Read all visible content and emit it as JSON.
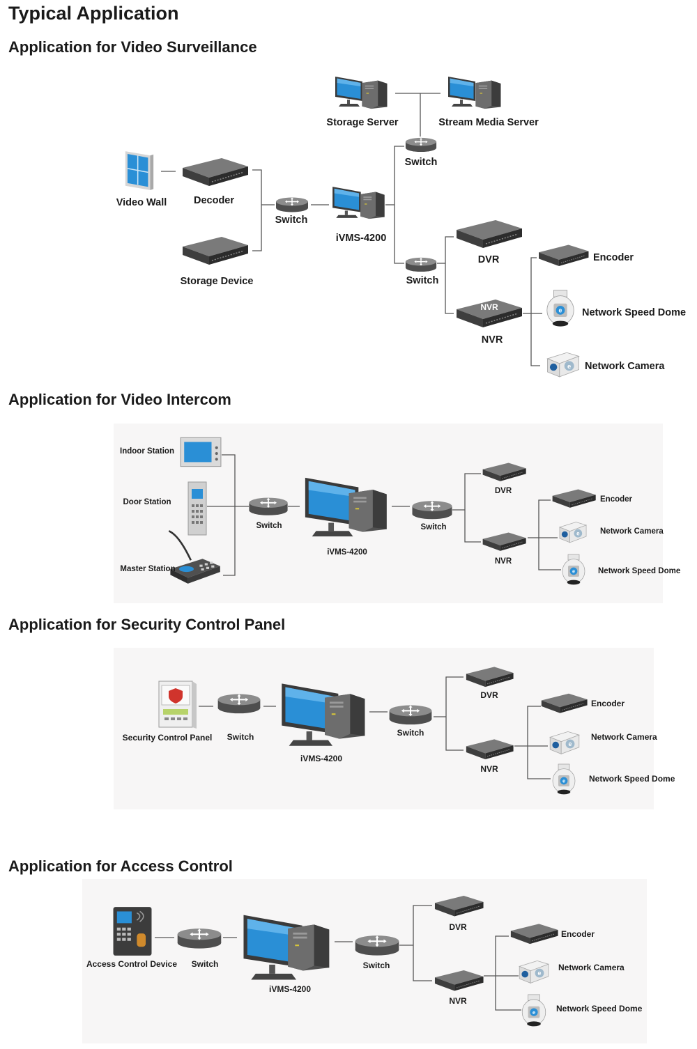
{
  "title": "Typical Application",
  "sections": {
    "surveillance": {
      "heading": "Application for Video Surveillance",
      "labels": {
        "storage_server": "Storage Server",
        "stream_media_server": "Stream Media Server",
        "switch_top": "Switch",
        "video_wall": "Video Wall",
        "decoder": "Decoder",
        "switch_left": "Switch",
        "ivms": "iVMS-4200",
        "storage_device": "Storage Device",
        "switch_bottom": "Switch",
        "dvr": "DVR",
        "nvr": "NVR",
        "nvr_badge": "NVR",
        "encoder": "Encoder",
        "speed_dome": "Network Speed Dome",
        "camera": "Network Camera"
      }
    },
    "intercom": {
      "heading": "Application for Video Intercom",
      "labels": {
        "indoor_station": "Indoor Station",
        "door_station": "Door Station",
        "master_station": "Master Station",
        "switch_left": "Switch",
        "ivms": "iVMS-4200",
        "switch_right": "Switch",
        "dvr": "DVR",
        "nvr": "NVR",
        "encoder": "Encoder",
        "camera": "Network Camera",
        "speed_dome": "Network Speed Dome"
      }
    },
    "security": {
      "heading": "Application for Security Control Panel",
      "labels": {
        "control_panel": "Security Control Panel",
        "switch_left": "Switch",
        "ivms": "iVMS-4200",
        "switch_right": "Switch",
        "dvr": "DVR",
        "nvr": "NVR",
        "encoder": "Encoder",
        "camera": "Network Camera",
        "speed_dome": "Network Speed Dome"
      }
    },
    "access": {
      "heading": "Application for Access Control",
      "labels": {
        "access_device": "Access Control Device",
        "switch_left": "Switch",
        "ivms": "iVMS-4200",
        "switch_right": "Switch",
        "dvr": "DVR",
        "nvr": "NVR",
        "encoder": "Encoder",
        "camera": "Network Camera",
        "speed_dome": "Network Speed Dome"
      }
    }
  },
  "icons": [
    "monitor-icon",
    "server-tower-icon",
    "network-switch-icon",
    "video-wall-icon",
    "decoder-icon",
    "storage-device-icon",
    "dvr-icon",
    "nvr-icon",
    "encoder-icon",
    "speed-dome-icon",
    "network-camera-icon",
    "indoor-station-icon",
    "door-station-icon",
    "master-station-icon",
    "security-panel-icon",
    "access-control-icon"
  ],
  "colors": {
    "screen": "#2a8fd6",
    "device": "#4a4a4a",
    "line": "#555555",
    "panel_bg": "#f7f6f6"
  }
}
